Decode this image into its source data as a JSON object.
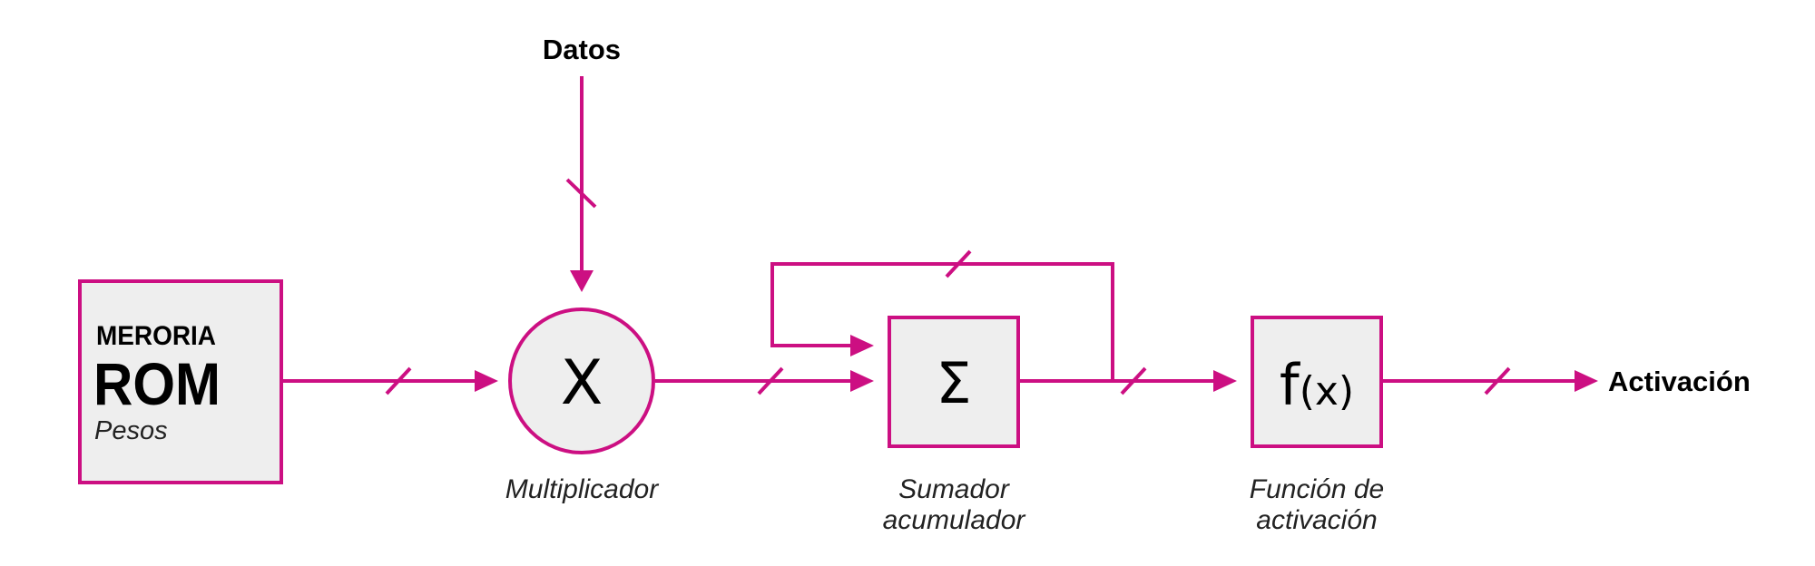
{
  "colors": {
    "accent": "#cc0f82",
    "block_fill": "#eeeeee",
    "text": "#000000"
  },
  "inputs": {
    "data_label": "Datos"
  },
  "rom": {
    "line1": "MERORIA",
    "line2": "ROM",
    "line3": "Pesos"
  },
  "multiplier": {
    "symbol": "X",
    "caption": "Multiplicador"
  },
  "accumulator": {
    "symbol": "Σ",
    "caption_line1": "Sumador",
    "caption_line2": "acumulador"
  },
  "activation_block": {
    "symbol_f": "f",
    "symbol_arg": "(x)",
    "caption_line1": "Función de",
    "caption_line2": "activación"
  },
  "outputs": {
    "activation_label": "Activación"
  }
}
